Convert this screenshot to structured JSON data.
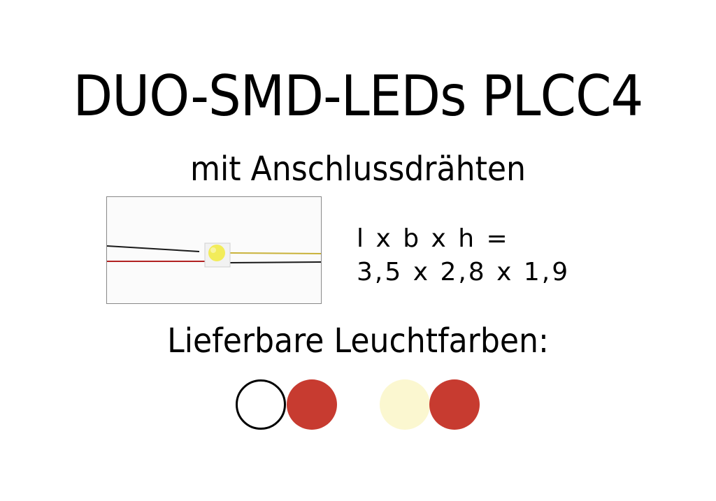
{
  "header": {
    "title": "DUO-SMD-LEDs PLCC4",
    "subtitle": "mit Anschlussdrähten"
  },
  "product": {
    "image_alt": "SMD LED PLCC4 with connection wires",
    "dimensions_label": "l x b x h =",
    "dimensions_value": "3,5 x 2,8 x 1,9"
  },
  "colors_section": {
    "label": "Lieferbare Leuchtfarben:",
    "pairs": [
      {
        "name": "white-red",
        "colors": [
          "#ffffff",
          "#c73b30"
        ]
      },
      {
        "name": "warmwhite-red",
        "colors": [
          "#fbf7d0",
          "#c73b30"
        ]
      }
    ]
  }
}
